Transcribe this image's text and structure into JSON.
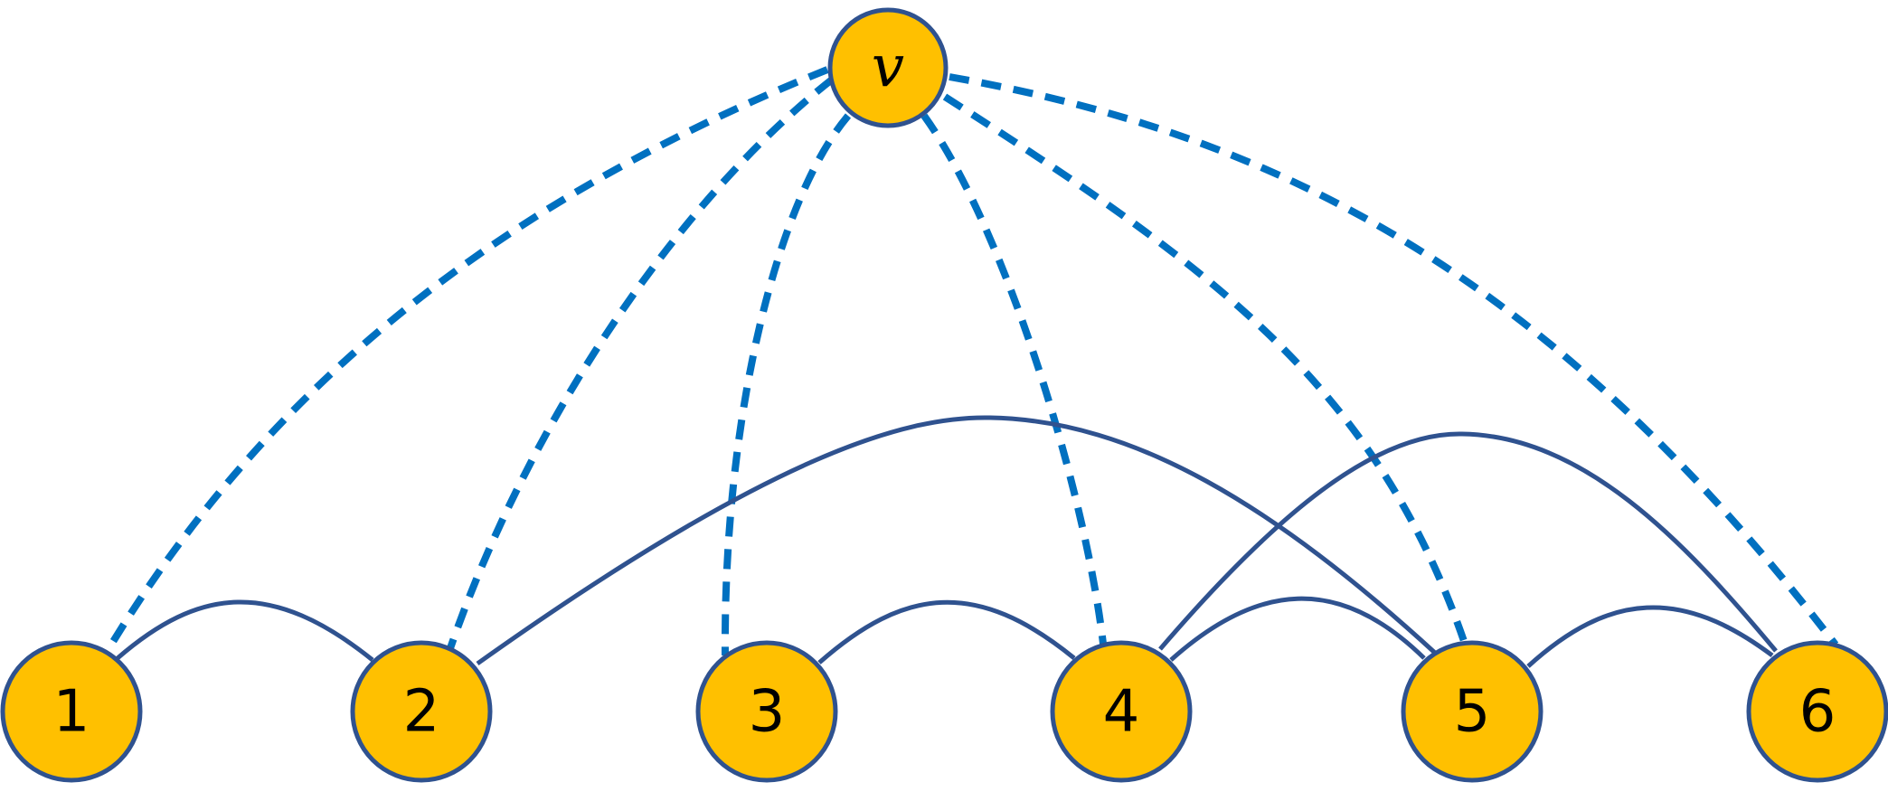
{
  "colors": {
    "node_fill": "#FFC000",
    "node_stroke": "#2F528F",
    "solid_edge": "#2F528F",
    "dashed_edge": "#0070C0"
  },
  "nodes": [
    {
      "id": "v",
      "label": "v",
      "italic": true
    },
    {
      "id": "1",
      "label": "1",
      "italic": false
    },
    {
      "id": "2",
      "label": "2",
      "italic": false
    },
    {
      "id": "3",
      "label": "3",
      "italic": false
    },
    {
      "id": "4",
      "label": "4",
      "italic": false
    },
    {
      "id": "5",
      "label": "5",
      "italic": false
    },
    {
      "id": "6",
      "label": "6",
      "italic": false
    }
  ],
  "solid_edges": [
    {
      "from": "1",
      "to": "2"
    },
    {
      "from": "2",
      "to": "5"
    },
    {
      "from": "3",
      "to": "4"
    },
    {
      "from": "4",
      "to": "5"
    },
    {
      "from": "4",
      "to": "6"
    },
    {
      "from": "5",
      "to": "6"
    }
  ],
  "dashed_edges": [
    {
      "from": "v",
      "to": "1"
    },
    {
      "from": "v",
      "to": "2"
    },
    {
      "from": "v",
      "to": "3"
    },
    {
      "from": "v",
      "to": "4"
    },
    {
      "from": "v",
      "to": "5"
    },
    {
      "from": "v",
      "to": "6"
    }
  ]
}
